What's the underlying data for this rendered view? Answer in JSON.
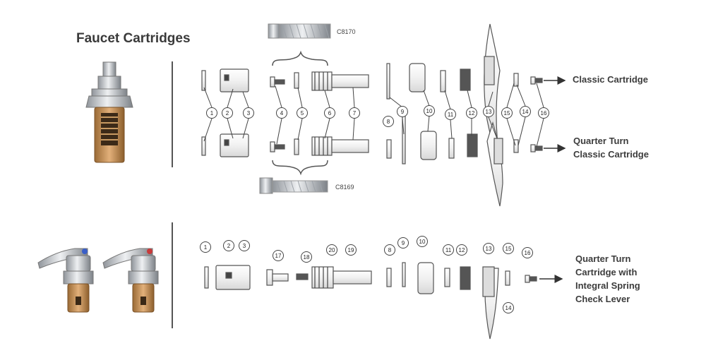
{
  "header": {
    "title": "Faucet Cartridges"
  },
  "codes": {
    "top": "C8170",
    "bottom": "C8169"
  },
  "labels": {
    "classic": "Classic Cartridge",
    "qt_line1": "Quarter Turn",
    "qt_line2": "Classic Cartridge",
    "spring_line1": "Quarter Turn",
    "spring_line2": "Cartridge with",
    "spring_line3": "Integral Spring",
    "spring_line4": "Check Lever"
  },
  "callouts_top": [
    "1",
    "2",
    "3",
    "4",
    "5",
    "6",
    "7",
    "8",
    "9",
    "10",
    "11",
    "12",
    "13",
    "14",
    "15",
    "16"
  ],
  "callouts_bottom": [
    "1",
    "2",
    "3",
    "17",
    "18",
    "20",
    "19",
    "8",
    "9",
    "10",
    "11",
    "12",
    "13",
    "15",
    "16",
    "14"
  ],
  "colors": {
    "brass": "#c8955a",
    "chrome": "#c9ccd0",
    "outline": "#555555",
    "dark": "#333333"
  }
}
